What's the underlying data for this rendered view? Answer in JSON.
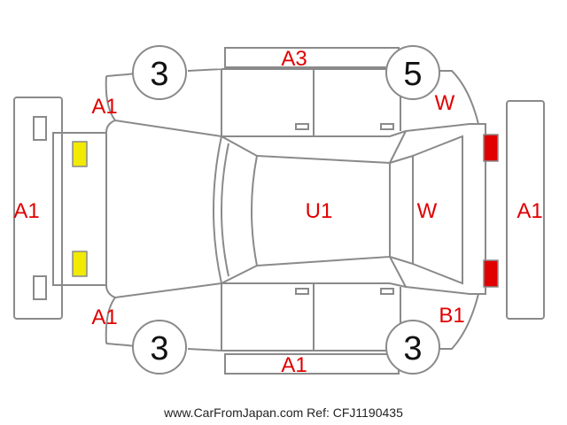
{
  "colors": {
    "outline": "#8a8a8a",
    "label": "#e00000",
    "yellow_lamp": "#f2ea00",
    "red_lamp": "#e00000",
    "number": "#111111"
  },
  "labels": {
    "top_bumper": "A3",
    "bottom_bumper": "A1",
    "left_bumper": "A1",
    "right_bumper": "A1",
    "front_left_fender": "A1",
    "front_right_fender": "A1",
    "rear_left_fender": "W",
    "rear_right_fender": "B1",
    "roof": "U1",
    "rear_glass": "W"
  },
  "wheels": {
    "front_left": "3",
    "rear_left": "5",
    "front_right": "3",
    "rear_right": "3"
  },
  "footer": "www.CarFromJapan.com Ref: CFJ1190435"
}
